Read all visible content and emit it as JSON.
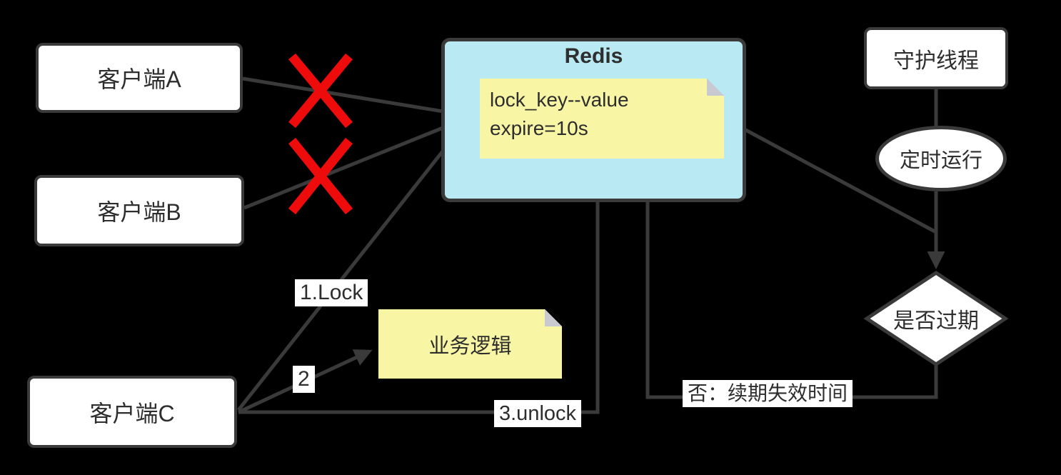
{
  "colors": {
    "bg": "#000000",
    "line": "#3a3a3a",
    "text": "#2e2e2e",
    "node-fill": "#ffffff",
    "redis-fill": "#b9e9f2",
    "note-fill": "#f8f5a4",
    "fold": "#c9c9d2",
    "cross": "#ee0b0b"
  },
  "nodes": {
    "client_a": {
      "label": "客户端A"
    },
    "client_b": {
      "label": "客户端B"
    },
    "client_c": {
      "label": "客户端C"
    },
    "redis": {
      "title": "Redis",
      "note_line1": "lock_key--value",
      "note_line2": "expire=10s"
    },
    "business": {
      "label": "业务逻辑"
    },
    "daemon": {
      "label": "守护线程"
    },
    "timer": {
      "label": "定时运行"
    },
    "expire_check": {
      "label": "是否过期"
    }
  },
  "edge_labels": {
    "lock": "1.Lock",
    "step2": "2",
    "unlock": "3.unlock",
    "renew": "否：续期失效时间"
  }
}
